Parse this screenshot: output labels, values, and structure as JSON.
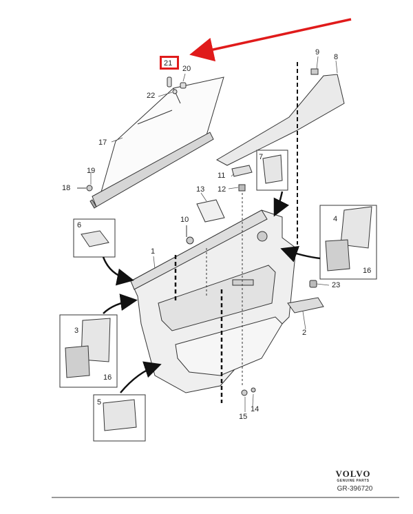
{
  "callouts": {
    "c1": "1",
    "c2": "2",
    "c3": "3",
    "c4": "4",
    "c5": "5",
    "c6": "6",
    "c7": "7",
    "c8": "8",
    "c9": "9",
    "c10": "10",
    "c11": "11",
    "c12": "12",
    "c13": "13",
    "c14": "14",
    "c15": "15",
    "c16a": "16",
    "c16b": "16",
    "c17": "17",
    "c18": "18",
    "c19": "19",
    "c20": "20",
    "c21": "21",
    "c22": "22",
    "c23": "23"
  },
  "footer": {
    "brand": "VOLVO",
    "brand_sub": "GENUINE PARTS",
    "drawing_number": "GR-396720"
  },
  "colors": {
    "highlight": "#e01b1b",
    "line": "#333333",
    "part_fill": "#e6e6e6"
  }
}
